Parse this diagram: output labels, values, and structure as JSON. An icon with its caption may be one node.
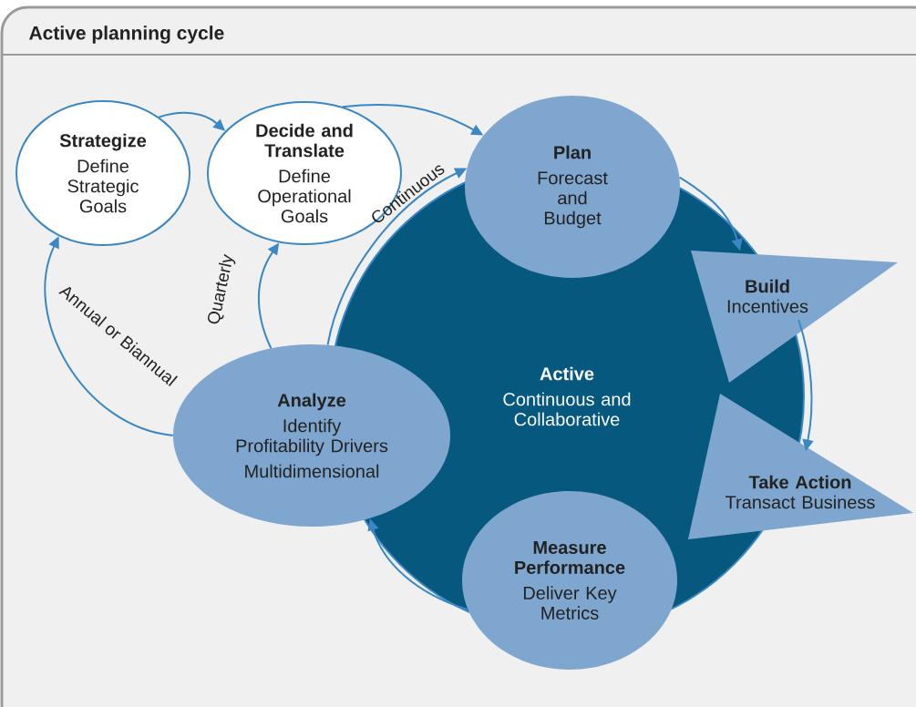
{
  "diagram": {
    "title": "Active planning cycle",
    "nodes": [
      {
        "text": [
          "Strategize",
          "Define Strategic Goals"
        ]
      },
      {
        "text": [
          "Decide and Translate",
          "Define Operational Goals"
        ]
      },
      {
        "text": [
          "Active",
          "Continuous and Collaborative"
        ]
      },
      {
        "text": [
          "Plan",
          "Forecast and Budget"
        ]
      },
      {
        "text": [
          "Build",
          "Incentives"
        ]
      },
      {
        "text": [
          "Take Action",
          "Transact Business"
        ]
      },
      {
        "text": [
          "Measure Performance",
          "Deliver Key Metrics"
        ]
      },
      {
        "text": [
          "Analyze",
          "Identify Profitability Drivers",
          "Multidimensional"
        ]
      }
    ],
    "edges": [
      {
        "from": 0,
        "to": 1,
        "arrow": "to"
      },
      {
        "from": 1,
        "to": 3,
        "arrow": "to"
      },
      {
        "from": 7,
        "to": 0,
        "arrow": "to",
        "label": "Annual or Biannual"
      },
      {
        "from": 7,
        "to": 1,
        "arrow": "to",
        "label": "Quarterly"
      },
      {
        "from": 7,
        "to": 3,
        "arrow": "to",
        "label": "Continuous"
      },
      {
        "from": 3,
        "to": 4,
        "arrow": "to"
      },
      {
        "from": 4,
        "to": 5,
        "arrow": "to"
      },
      {
        "from": 6,
        "to": 7,
        "arrow": "to"
      }
    ]
  }
}
